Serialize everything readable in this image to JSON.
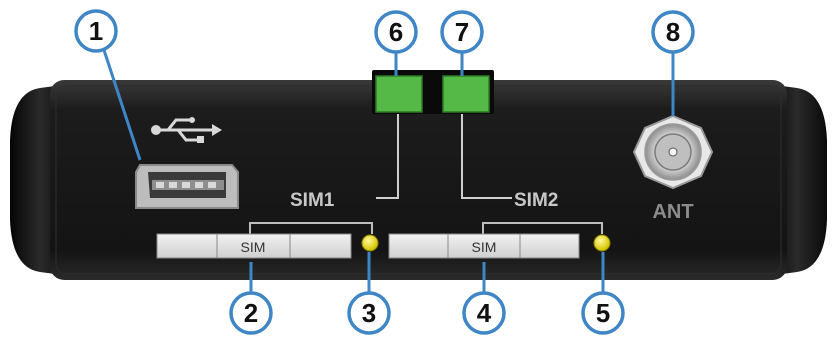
{
  "callouts": [
    {
      "number": "1"
    },
    {
      "number": "2"
    },
    {
      "number": "3"
    },
    {
      "number": "4"
    },
    {
      "number": "5"
    },
    {
      "number": "6"
    },
    {
      "number": "7"
    },
    {
      "number": "8"
    }
  ],
  "labels": {
    "sim1": "SIM1",
    "sim2": "SIM2",
    "sim_slot_1": "SIM",
    "sim_slot_2": "SIM",
    "antenna": "ANT"
  },
  "icons": {
    "usb_symbol": "usb-symbol-icon",
    "mini_usb_port": "mini-usb-port-icon",
    "antenna_connector": "sma-connector-icon",
    "led_sim1": "green-led-icon",
    "led_sim2": "green-led-icon",
    "status_led_1": "yellow-led-icon",
    "status_led_2": "yellow-led-icon"
  },
  "colors": {
    "callout_fill": "#ffffff",
    "callout_stroke": "#3f86c6",
    "body_dark": "#111111",
    "panel": "#1d1d1d",
    "led_green": "#55b947",
    "led_yellow": "#e6d800",
    "label_grey": "#c8c8c8"
  }
}
